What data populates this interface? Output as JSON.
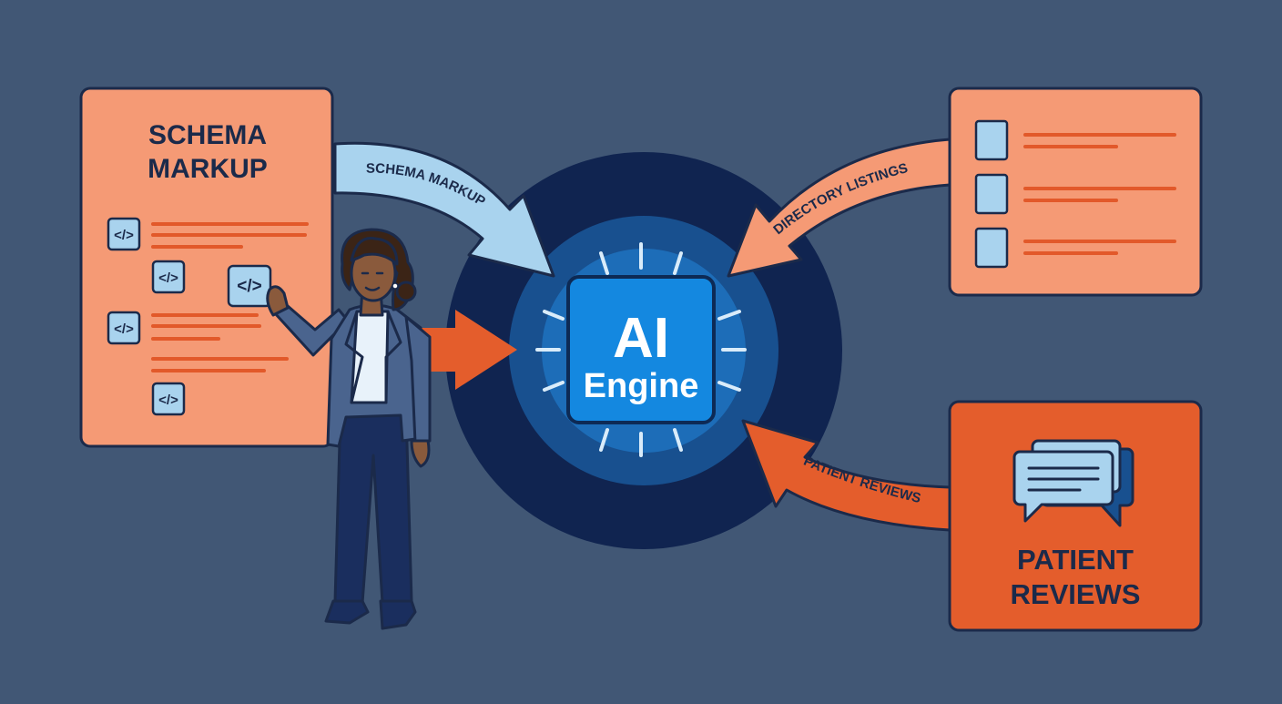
{
  "colors": {
    "background": "#415775",
    "outline": "#1b2a4a",
    "salmon": "#f59a75",
    "orange": "#e45d2c",
    "line_orange": "#e2592a",
    "light_blue": "#a9d3ee",
    "navy_ring": "#102450",
    "mid_ring": "#18508f",
    "inner_blue": "#1d6db8",
    "chip_blue": "#1488e0",
    "ray": "#d9ecfa"
  },
  "schema_panel": {
    "title_line1": "SCHEMA",
    "title_line2": "MARKUP",
    "code_glyph": "</>"
  },
  "arrows": {
    "schema_label": "SCHEMA MARKUP",
    "directory_label": "DIRECTORY LISTINGS",
    "reviews_label": "PATIENT REVIEWS"
  },
  "engine": {
    "line1": "AI",
    "line2": "Engine"
  },
  "reviews_panel": {
    "title_line1": "PATIENT",
    "title_line2": "REVIEWS"
  }
}
